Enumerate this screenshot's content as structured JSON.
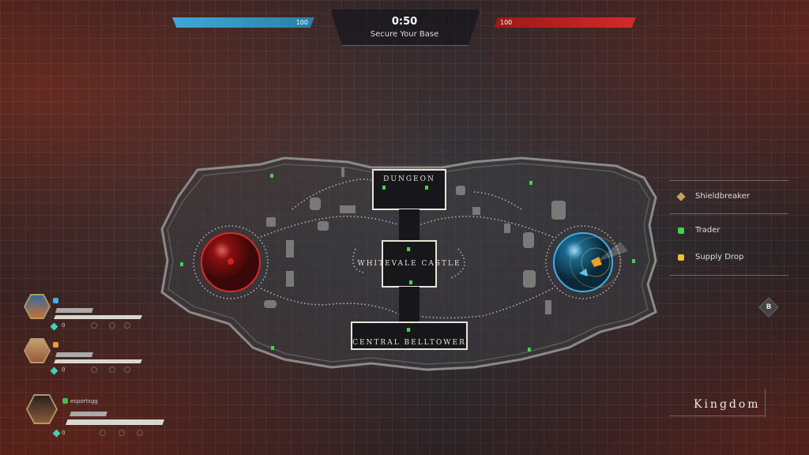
{
  "hud": {
    "team_blue_score": "100",
    "team_red_score": "100",
    "timer": "0:50",
    "objective": "Secure Your Base",
    "colors": {
      "blue": "#3fa9d8",
      "red": "#d42a2a"
    }
  },
  "map": {
    "locations": [
      "DUNGEON",
      "WHITEVALE CASTLE",
      "CENTRAL BELLTOWER"
    ],
    "red_base_icon": "skull-icon",
    "blue_base_icon": "player-marker-icon"
  },
  "legend": {
    "items": [
      {
        "label": "Shieldbreaker",
        "icon": "shieldbreaker-icon",
        "color": "#c8a060"
      },
      {
        "label": "Trader",
        "icon": "trader-icon",
        "color": "#3ed44e"
      },
      {
        "label": "Supply Drop",
        "icon": "supply-drop-icon",
        "color": "#f0c030"
      }
    ]
  },
  "squad": [
    {
      "name": "",
      "shield_color": "#3fb0e8",
      "gems": "0"
    },
    {
      "name": "",
      "shield_color": "#f0a020",
      "gems": "0"
    },
    {
      "name": "esportsgg",
      "shield_color": "#3ec44e",
      "gems": "0"
    }
  ],
  "region": "Kingdom",
  "back_button": "B"
}
